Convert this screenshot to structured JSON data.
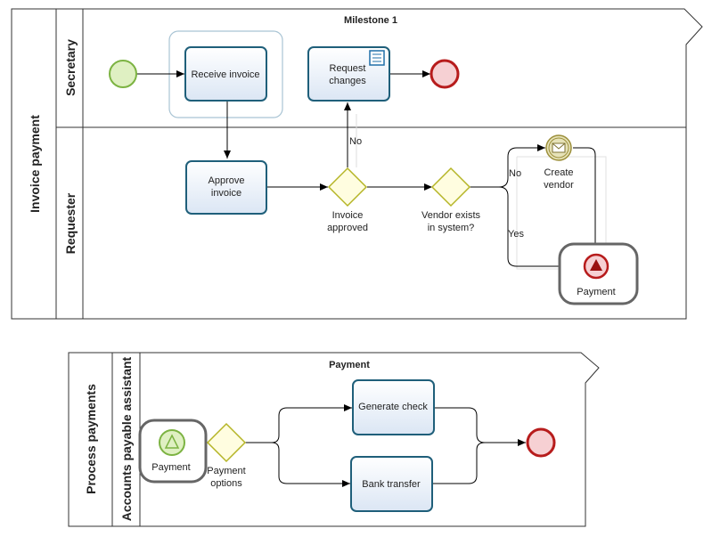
{
  "pool1": {
    "title": "Invoice payment",
    "milestone": "Milestone 1",
    "lanes": {
      "secretary": "Secretary",
      "requester": "Requester"
    },
    "tasks": {
      "receive_invoice": "Receive invoice",
      "request_changes_1": "Request",
      "request_changes_2": "changes",
      "approve_invoice_1": "Approve",
      "approve_invoice_2": "invoice"
    },
    "gateways": {
      "invoice_approved_1": "Invoice",
      "invoice_approved_2": "approved",
      "vendor_exists_1": "Vendor exists",
      "vendor_exists_2": "in system?"
    },
    "flow_labels": {
      "no_approved": "No",
      "no_vendor": "No",
      "yes_vendor": "Yes"
    },
    "events": {
      "create_vendor_1": "Create",
      "create_vendor_2": "vendor",
      "payment": "Payment"
    }
  },
  "pool2": {
    "title": "Process payments",
    "lane": "Accounts payable assistant",
    "milestone": "Payment",
    "events": {
      "payment_start": "Payment"
    },
    "gateways": {
      "payment_options_1": "Payment",
      "payment_options_2": "options"
    },
    "tasks": {
      "generate_check": "Generate check",
      "bank_transfer": "Bank transfer"
    }
  },
  "colors": {
    "start_fill": "#dff0c2",
    "start_stroke": "#7cb342",
    "end_fill": "#f6d0d3",
    "end_stroke": "#b71c1c",
    "task_fill": "#eaf1fa",
    "task_stroke": "#1f5f7a",
    "gateway_fill": "#fffde0",
    "gateway_stroke": "#b5b526",
    "message_fill": "#e6e2b8",
    "message_stroke": "#9c8f3a"
  }
}
